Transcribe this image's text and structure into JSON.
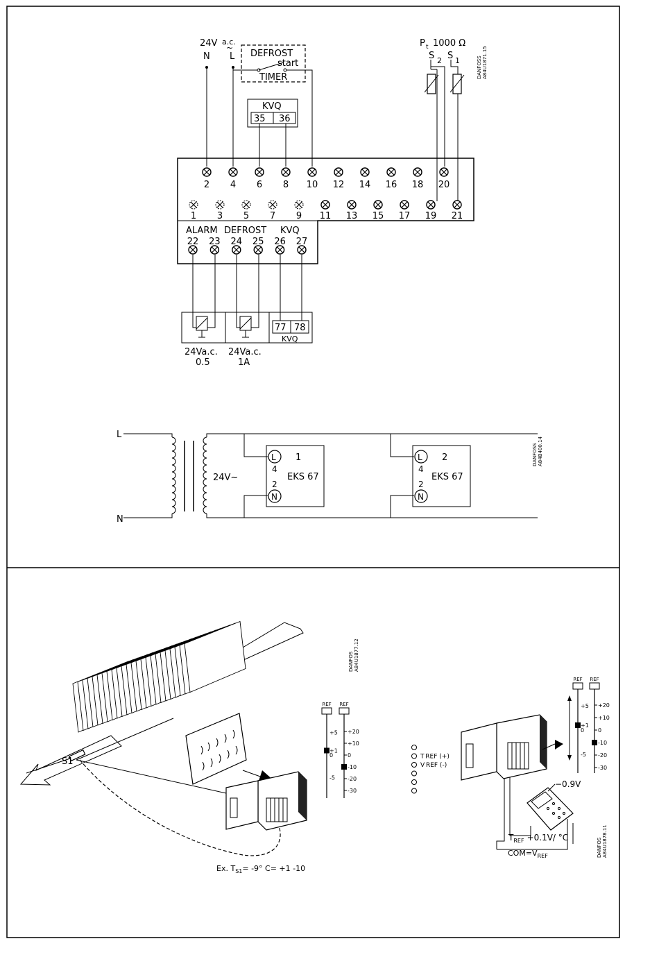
{
  "wiring": {
    "supply_voltage": "24V",
    "supply_ac": "a.c.",
    "supply_tilde": "~",
    "neutral_label": "N",
    "line_label": "L",
    "defrost_label": "DEFROST",
    "start_label": "start",
    "timer_label": "TIMER",
    "kvq_label": "KVQ",
    "kvq_terminals": [
      "35",
      "36"
    ],
    "sensor_title": "P",
    "sensor_sub": "t",
    "sensor_value": "1000 Ω",
    "sensor_s2": "S",
    "sensor_s2_sub": "2",
    "sensor_s1": "S",
    "sensor_s1_sub": "1",
    "code": "DANFOSS\nA84U1871.15",
    "terminals_top": [
      "2",
      "4",
      "6",
      "8",
      "10",
      "12",
      "14",
      "16",
      "18",
      "20"
    ],
    "terminals_bottom": [
      "1",
      "3",
      "5",
      "7",
      "9",
      "11",
      "13",
      "15",
      "17",
      "19",
      "21"
    ],
    "output_group_labels": [
      "ALARM",
      "DEFROST",
      "KVQ"
    ],
    "output_terminals": [
      "22",
      "23",
      "24",
      "25",
      "26",
      "27"
    ],
    "kvq_bottom_terminals": [
      "77",
      "78"
    ],
    "kvq_bottom_label": "KVQ",
    "relay1_text": [
      "24Va.c.",
      "0.5"
    ],
    "relay2_text": [
      "24Va.c.",
      "1A"
    ]
  },
  "supply": {
    "line_label": "L",
    "neutral_label": "N",
    "voltage_label": "24V~",
    "code": "DANFOSS\nA84B400.14",
    "units": [
      {
        "number": "1",
        "model": "EKS 67",
        "term_l": "L",
        "term_l_num": "4",
        "term_n": "N",
        "term_n_num": "2"
      },
      {
        "number": "2",
        "model": "EKS 67",
        "term_l": "L",
        "term_l_num": "4",
        "term_n": "N",
        "term_n_num": "2"
      }
    ]
  },
  "calibration": {
    "sensor_label": "S1",
    "code_left": "DANFOS\nA84U1877.12",
    "scale_ref": [
      "REF",
      "REF"
    ],
    "scale_left_ticks": [
      "+5",
      "+1",
      "0",
      "-5"
    ],
    "scale_right_ticks": [
      "+20",
      "+10",
      "0",
      "-10",
      "-20",
      "-30"
    ],
    "example_text": "Ex. T",
    "example_sub": "S1",
    "example_rest": "= -9° C= +1 -10",
    "legend": [
      "",
      "T REF (+)",
      "V REF (-)",
      "",
      "",
      ""
    ],
    "meter_reading": "−0.9V",
    "tref_formula": "+0.1V/ °C",
    "tref_label": "T",
    "tref_sub": "REF",
    "com_label": "COM=V",
    "com_sub": "REF",
    "code_right": "DANFOS\nA84U1878.11"
  }
}
